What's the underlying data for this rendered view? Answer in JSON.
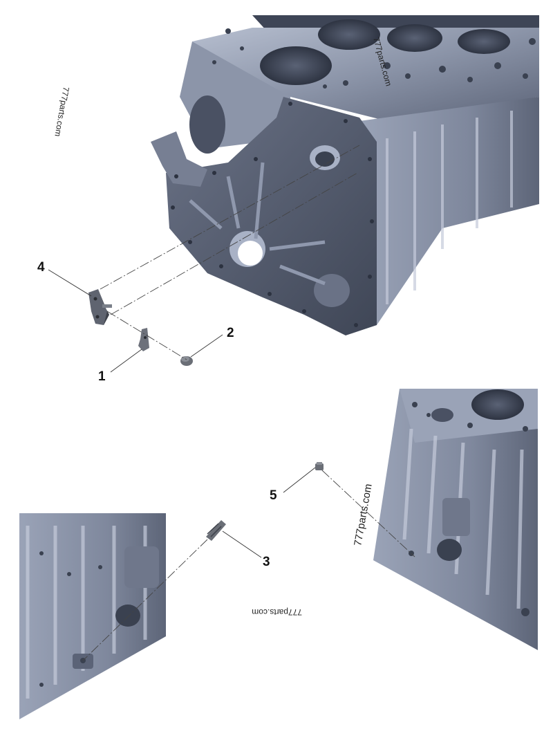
{
  "callouts": {
    "c1": "1",
    "c2": "2",
    "c3": "3",
    "c4": "4",
    "c5": "5"
  },
  "watermark": {
    "text": "777parts.com"
  },
  "colors": {
    "block_light": "#a9b2c6",
    "block_mid": "#7d879c",
    "block_dark": "#4f5769",
    "block_deep": "#3a4150",
    "part": "#6a6e76"
  }
}
